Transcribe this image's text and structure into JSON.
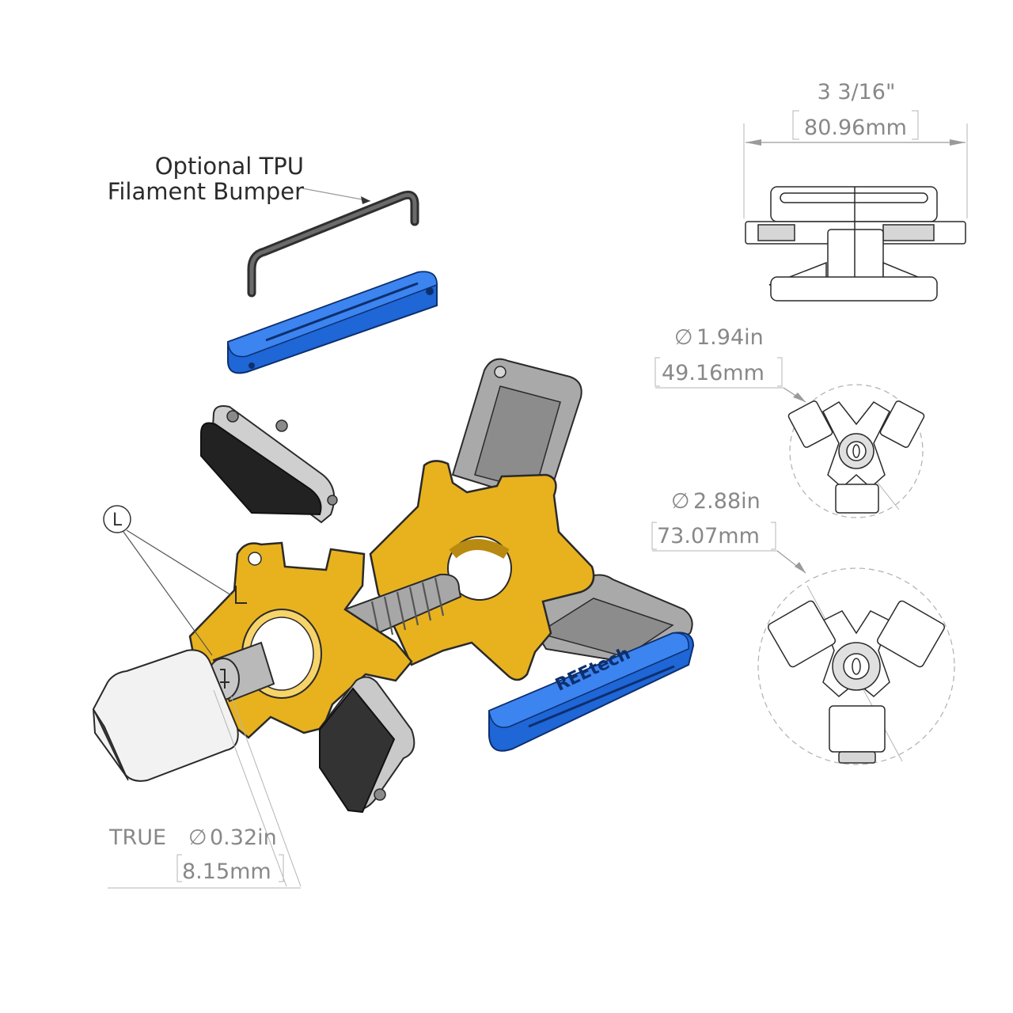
{
  "callouts": {
    "bumper_line1": "Optional TPU",
    "bumper_line2": "Filament Bumper",
    "balloon": "L",
    "brand": "REEtech"
  },
  "dimensions": {
    "width_in": "3 3/16\"",
    "width_mm": "80.96mm",
    "small_dia_in": "1.94in",
    "small_dia_mm": "49.16mm",
    "large_dia_in": "2.88in",
    "large_dia_mm": "73.07mm",
    "thread_prefix": "TRUE",
    "thread_in": "0.32in",
    "thread_mm": "8.15mm",
    "diameter_symbol": "∅"
  },
  "colors": {
    "yellow": "#e8b21f",
    "blue": "#1f66d6",
    "dark": "#3a3a3a",
    "gray": "#a9a9a9",
    "light": "#f2f2f2"
  }
}
